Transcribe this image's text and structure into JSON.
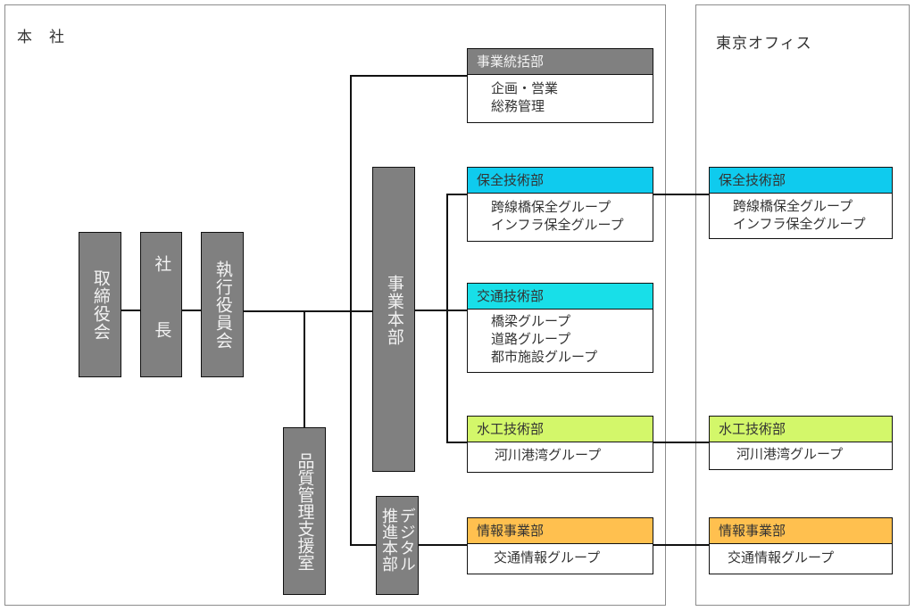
{
  "head_office": {
    "label": "本　社"
  },
  "tokyo_office": {
    "label": "東京オフィス"
  },
  "executive": {
    "board": "取締役会",
    "president": "社　長",
    "exec_committee": "執行役員会",
    "business_hq": "事業本部",
    "quality_office": "品質管理支援室",
    "digital_hq": "デジタル推進本部"
  },
  "colors": {
    "gray_box": "#808080",
    "preservation": "#0fcbee",
    "traffic": "#18dfe8",
    "water": "#d3f76a",
    "info": "#ffc04f"
  },
  "head_office_departments": [
    {
      "name": "事業統括部",
      "groups": [
        "企画・営業",
        "総務管理"
      ]
    },
    {
      "name": "保全技術部",
      "groups": [
        "跨線橋保全グループ",
        "インフラ保全グループ"
      ]
    },
    {
      "name": "交通技術部",
      "groups": [
        "橋梁グループ",
        "道路グループ",
        "都市施設グループ"
      ]
    },
    {
      "name": "水工技術部",
      "groups": [
        "河川港湾グループ"
      ]
    },
    {
      "name": "情報事業部",
      "groups": [
        "交通情報グループ"
      ]
    }
  ],
  "tokyo_departments": [
    {
      "name": "保全技術部",
      "groups": [
        "跨線橋保全グループ",
        "インフラ保全グループ"
      ]
    },
    {
      "name": "水工技術部",
      "groups": [
        "河川港湾グループ"
      ]
    },
    {
      "name": "情報事業部",
      "groups": [
        "交通情報グループ"
      ]
    }
  ]
}
